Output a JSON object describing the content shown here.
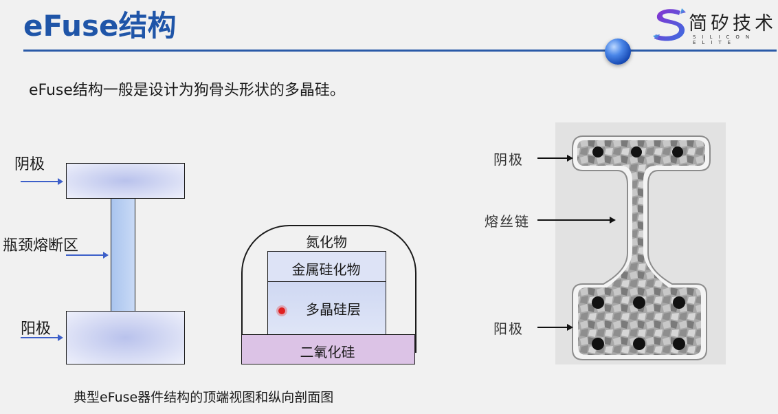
{
  "header": {
    "title": "eFuse结构",
    "logo_name": "简矽技术",
    "logo_sub": "SILICON ELITE"
  },
  "subtitle": "eFuse结构一般是设计为狗骨头形状的多晶硅。",
  "top_view": {
    "cathode_label": "阴极",
    "neck_label": "瓶颈熔断区",
    "anode_label": "阳极"
  },
  "cross_section": {
    "nitride": "氮化物",
    "silicide": "金属硅化物",
    "poly": "多晶硅层",
    "oxide": "二氧化硅"
  },
  "caption": "典型eFuse器件结构的顶端视图和纵向剖面图",
  "photo": {
    "cathode_label": "阴极",
    "link_label": "熔丝链",
    "anode_label": "阳极"
  },
  "colors": {
    "title": "#1f55a8",
    "rule": "#2a5aa8",
    "arrow": "#3d5fc9",
    "oxide": "#dcc3e6"
  }
}
